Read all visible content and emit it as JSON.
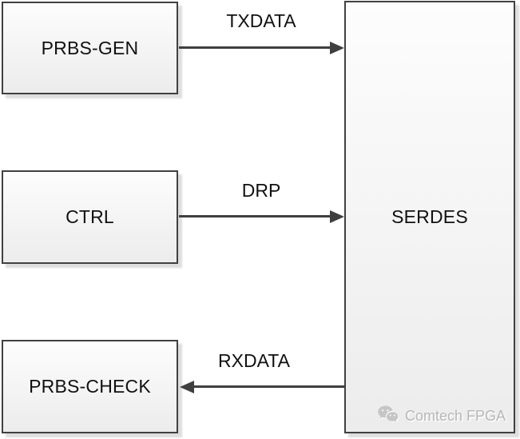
{
  "colors": {
    "box_border": "#404040",
    "box_fill_top": "#fdfdfd",
    "box_fill_bottom": "#ececec",
    "box_shadow": "#dedede",
    "arrow": "#3f3f3f",
    "label_text": "#111111",
    "watermark_text": "#b8b8b8"
  },
  "diagram": {
    "blocks": [
      {
        "label": "PRBS-GEN"
      },
      {
        "label": "CTRL"
      },
      {
        "label": "PRBS-CHECK"
      },
      {
        "label": "SERDES"
      }
    ],
    "arrows": [
      {
        "label": "TXDATA",
        "from": "PRBS-GEN",
        "to": "SERDES",
        "direction": "right"
      },
      {
        "label": "DRP",
        "from": "CTRL",
        "to": "SERDES",
        "direction": "right"
      },
      {
        "label": "RXDATA",
        "from": "SERDES",
        "to": "PRBS-CHECK",
        "direction": "left"
      }
    ]
  },
  "watermark": {
    "icon": "wechat-icon",
    "label": "Comtech FPGA"
  }
}
